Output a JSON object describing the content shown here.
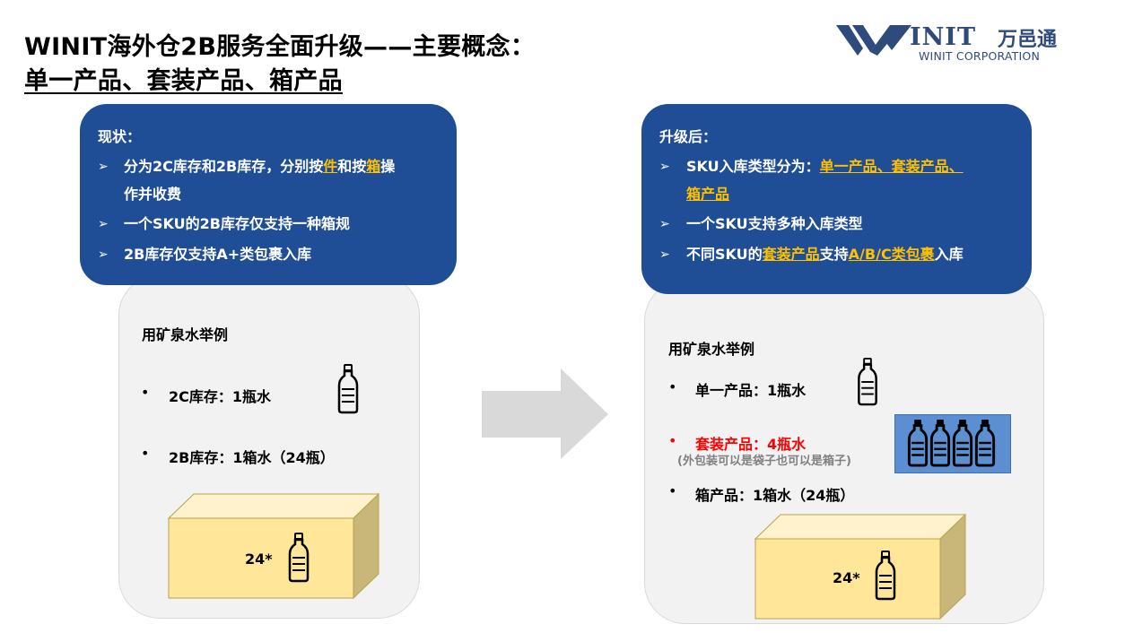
{
  "header": {
    "title_line1": "WINIT海外仓2B服务全面升级——主要概念：",
    "title_line2": "单一产品、套装产品、箱产品"
  },
  "logo": {
    "wordmark": "INIT",
    "chinese": "万邑通",
    "subtitle": "WINIT CORPORATION",
    "icon": "winit-w-logo-icon"
  },
  "left_panel": {
    "heading": "现状：",
    "bullets": [
      {
        "before": "分为2C库存和2B库存，分别按",
        "hl1": "件",
        "mid": "和按",
        "hl2": "箱",
        "after": "操"
      },
      {
        "text": "作并收费"
      },
      {
        "text": "一个SKU的2B库存仅支持一种箱规"
      },
      {
        "text": "2B库存仅支持A+类包裹入库"
      }
    ],
    "example": {
      "title": "用矿泉水举例",
      "items": [
        "2C库存：1瓶水",
        "2B库存：1箱水（24瓶）"
      ],
      "box_label": "24*"
    }
  },
  "right_panel": {
    "heading": "升级后：",
    "bullets": [
      {
        "before": "SKU入库类型分为：",
        "hl": "单一产品、套装产品、"
      },
      {
        "hl": "箱产品"
      },
      {
        "text": "一个SKU支持多种入库类型"
      },
      {
        "before": "不同SKU的",
        "hl1": "套装产品",
        "mid": "支持",
        "hl2": "A/B/C类包裹",
        "after": "入库"
      }
    ],
    "example": {
      "title": "用矿泉水举例",
      "items": [
        "单一产品：1瓶水",
        "套装产品：4瓶水",
        "箱产品：1箱水（24瓶）"
      ],
      "note": "(外包装可以是袋子也可以是箱子)",
      "box_label": "24*"
    }
  },
  "colors": {
    "blue_panel": "#1f4e96",
    "highlight": "#ffc000",
    "gray_panel": "#f2f2f2",
    "box_yellow": "#ffe699",
    "alert_red": "#ff0000",
    "arrow_gray": "#d9d9d9"
  },
  "icons": [
    "bottle-icon",
    "arrow-right-icon",
    "bullet-arrow-icon"
  ]
}
